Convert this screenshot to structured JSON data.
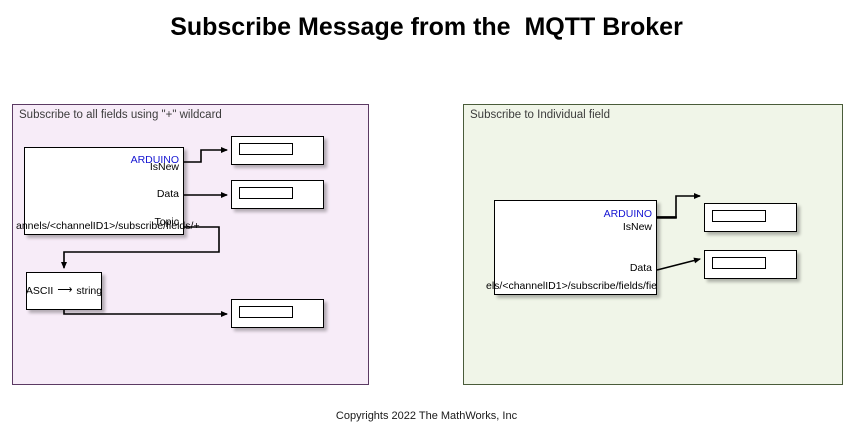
{
  "title": "Subscribe Message from the  MQTT Broker",
  "footer": "Copyrights 2022 The MathWorks, Inc",
  "colors": {
    "left_panel_bg": "#f7ecf8",
    "left_panel_border": "#5b3a63",
    "right_panel_bg": "#f0f5e8",
    "right_panel_border": "#4a5c3a",
    "brand_text": "#1414d2",
    "block_fill": "#ffffff",
    "line": "#000000"
  },
  "left_panel": {
    "label": "Subscribe to all fields using \"+\" wildcard",
    "mqtt_block": {
      "brand": "ARDUINO",
      "ports": [
        {
          "label": "IsNew"
        },
        {
          "label": "Data"
        },
        {
          "label": "Topic"
        }
      ],
      "topic_text": "annels/<channelID1>/subscribe/fields/+"
    },
    "ascii_block": {
      "left_label": "ASCII",
      "arrow": "⟶",
      "right_label": "string"
    },
    "displays": [
      {
        "name": "display-isnew",
        "value": ""
      },
      {
        "name": "display-data",
        "value": ""
      },
      {
        "name": "display-topic-string",
        "value": ""
      }
    ]
  },
  "right_panel": {
    "label": "Subscribe to Individual field",
    "mqtt_block": {
      "brand": "ARDUINO",
      "ports": [
        {
          "label": "IsNew"
        },
        {
          "label": "Data"
        }
      ],
      "topic_text": "els/<channelID1>/subscribe/fields/fie"
    },
    "displays": [
      {
        "name": "display-isnew",
        "value": ""
      },
      {
        "name": "display-data",
        "value": ""
      }
    ]
  }
}
